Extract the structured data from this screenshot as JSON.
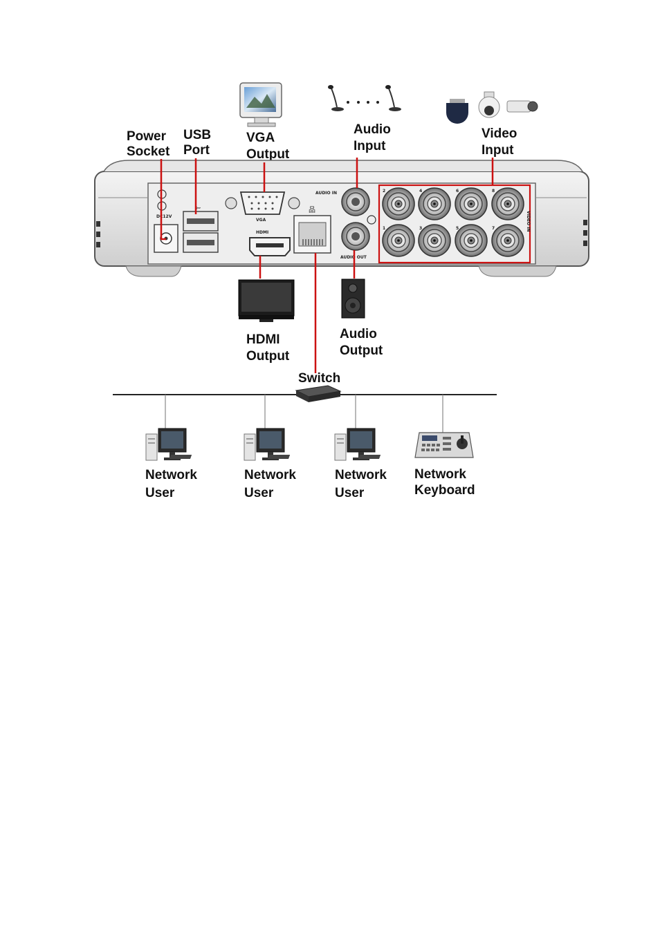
{
  "labels": {
    "power_socket": [
      "Power",
      "Socket"
    ],
    "usb_port": [
      "USB",
      "Port"
    ],
    "vga_output": [
      "VGA",
      "Output"
    ],
    "audio_input": [
      "Audio",
      "Input"
    ],
    "video_input": [
      "Video",
      "Input"
    ],
    "hdmi_output": [
      "HDMI",
      "Output"
    ],
    "audio_output": [
      "Audio",
      "Output"
    ],
    "switch": "Switch",
    "network_users": [
      [
        "Network",
        "User"
      ],
      [
        "Network",
        "User"
      ],
      [
        "Network",
        "User"
      ]
    ],
    "network_keyboard": [
      "Network",
      "Keyboard"
    ]
  },
  "panel_text": {
    "vga": "VGA",
    "hdmi": "HDMI",
    "audio_in": "AUDIO IN",
    "audio_out": "AUDIO OUT",
    "video_in": "VIDEO IN",
    "dc": "DC12V",
    "channels": [
      "2",
      "4",
      "6",
      "8",
      "1",
      "3",
      "5",
      "7"
    ]
  },
  "colors": {
    "callout": "#cc1111"
  }
}
